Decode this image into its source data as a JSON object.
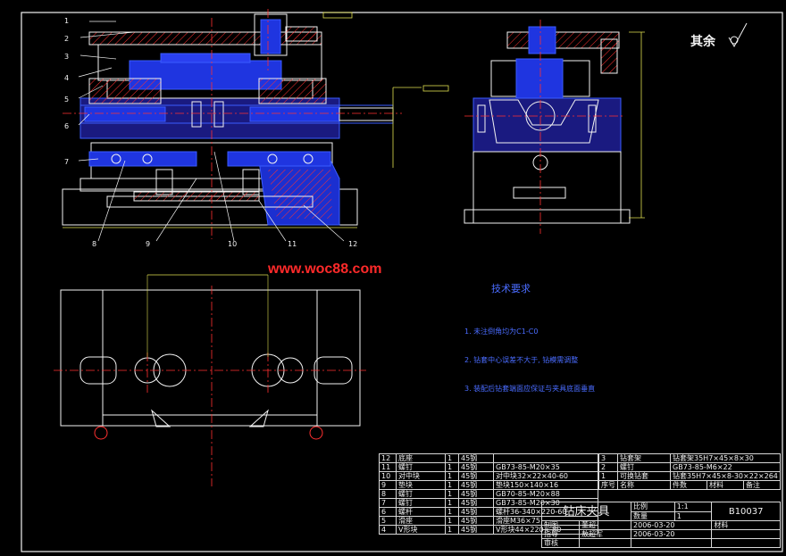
{
  "drawing": {
    "surface_finish_label": "其余",
    "watermark": "www.woc88.com",
    "tech_requirements": {
      "title": "技术要求",
      "items": [
        "1. 未注倒角均为C1-C0",
        "2. 钻套中心误差不大于, 钻模需调整",
        "3. 装配后钻套端面应保证与夹具底面垂直"
      ]
    },
    "callouts": [
      "1",
      "2",
      "3",
      "4",
      "5",
      "6",
      "7",
      "8",
      "9",
      "10",
      "11",
      "12"
    ],
    "colors": {
      "outline": "#f2f2f2",
      "hatch": "#ff3030",
      "center": "#ff3030",
      "part": "#3a5cff",
      "dim": "#e0e050",
      "hidden": "#00d8ff"
    }
  },
  "title_block": {
    "drawing_name": "钻床夹具",
    "drawing_no": "B10037",
    "scale_label": "比例",
    "scale": "1:1",
    "qty_label": "数量",
    "qty": "1",
    "material_label": "材料",
    "drawn_label": "制图",
    "drawn_name": "董超",
    "drawn_date": "2006-03-20",
    "check_label": "指导",
    "check_name": "敖超军",
    "check_date": "2006-03-20",
    "audit_label": "审核",
    "header_no": "序号",
    "header_name": "名称",
    "header_qty": "件数",
    "header_mat": "材料",
    "header_note": "备注"
  },
  "parts_left": [
    {
      "no": "12",
      "name": "底座",
      "qty": "1",
      "mat": "45钢",
      "note": ""
    },
    {
      "no": "11",
      "name": "螺钉",
      "qty": "1",
      "mat": "45钢",
      "note": "GB73-85-M20×35"
    },
    {
      "no": "10",
      "name": "对中块",
      "qty": "1",
      "mat": "45钢",
      "note": "对中块32×22×40-60"
    },
    {
      "no": "9",
      "name": "垫块",
      "qty": "1",
      "mat": "45钢",
      "note": "垫块150×140×16"
    },
    {
      "no": "8",
      "name": "螺钉",
      "qty": "1",
      "mat": "45钢",
      "note": "GB70-85-M20×88"
    },
    {
      "no": "7",
      "name": "螺钉",
      "qty": "1",
      "mat": "45钢",
      "note": "GB73-85-M20×30"
    },
    {
      "no": "6",
      "name": "螺杆",
      "qty": "1",
      "mat": "45钢",
      "note": "螺杆36-340×220-60"
    },
    {
      "no": "5",
      "name": "滑座",
      "qty": "1",
      "mat": "45钢",
      "note": "滑座M36×75"
    },
    {
      "no": "4",
      "name": "V形块",
      "qty": "1",
      "mat": "45钢",
      "note": "V形块44×220×-80"
    }
  ],
  "parts_right": [
    {
      "no": "3",
      "name": "钻套架",
      "note": "钻套架35H7×45×8×30"
    },
    {
      "no": "2",
      "name": "螺钉",
      "note": "GB73-85-M6×22"
    },
    {
      "no": "1",
      "name": "可换钻套",
      "note": "钻套35H7×45×8-30×22×264"
    }
  ]
}
